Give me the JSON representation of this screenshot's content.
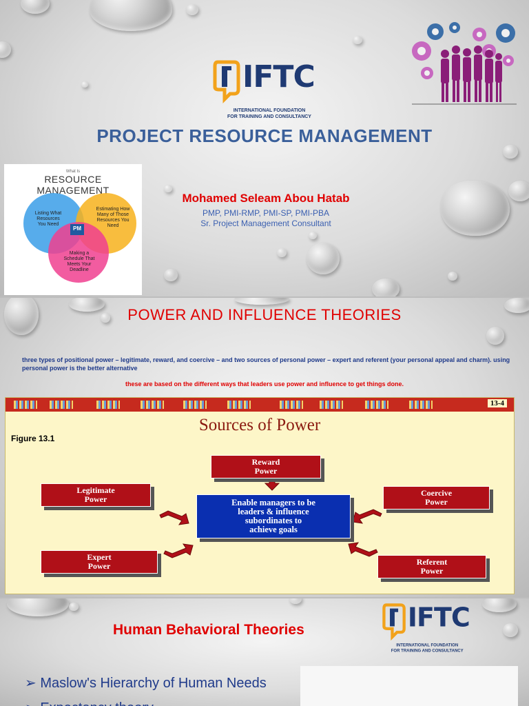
{
  "slide1": {
    "logo_word": "IFTC",
    "logo_sub": [
      "INTERNATIONAL FOUNDATION",
      "FOR TRAINING AND CONSULTANCY"
    ],
    "title": "PROJECT RESOURCE MANAGEMENT",
    "venn": {
      "small_label": "What Is",
      "big_label_1": "RESOURCE",
      "big_label_2": "MANAGEMENT",
      "circle_left": [
        "Listing What",
        "Resources",
        "You Need"
      ],
      "circle_right": [
        "Estimating How",
        "Many of Those",
        "Resources You",
        "Need"
      ],
      "circle_bottom": [
        "Making a",
        "Schedule That",
        "Meets Your",
        "Deadline"
      ],
      "center_badge": "PM"
    },
    "author_name": "Mohamed Seleam Abou Hatab",
    "credentials": "PMP, PMI-RMP, PMI-SP, PMI-PBA",
    "role": "Sr. Project Management Consultant"
  },
  "slide2": {
    "title": "POWER AND INFLUENCE THEORIES",
    "body": "three types of positional power – legitimate, reward, and coercive – and two sources of personal power – expert and referent (your personal appeal and charm). using personal power is the better alternative",
    "note": "these are based on the different ways that leaders use power and influence to get things done.",
    "figure": {
      "number": "13-4",
      "title": "Sources of Power",
      "label": "Figure 13.1",
      "center": [
        "Enable managers to be",
        "leaders & influence",
        "subordinates to",
        "achieve goals"
      ],
      "reward": [
        "Reward",
        "Power"
      ],
      "legitimate": [
        "Legitimate",
        "Power"
      ],
      "coercive": [
        "Coercive",
        "Power"
      ],
      "expert": [
        "Expert",
        "Power"
      ],
      "referent": [
        "Referent",
        "Power"
      ]
    }
  },
  "slide3": {
    "title": "Human Behavioral Theories",
    "logo_word": "IFTC",
    "logo_sub": [
      "INTERNATIONAL FOUNDATION",
      "FOR TRAINING AND CONSULTANCY"
    ],
    "bullets": [
      "Maslow's Hierarchy of Human Needs",
      "Expectancy theory"
    ]
  },
  "colors": {
    "accent_red": "#e00000",
    "brand_blue": "#1f3a73",
    "title_blue": "#3a5f9a",
    "power_box": "#b01018",
    "center_box": "#0a2fb0",
    "figure_bg": "#fdf6c8"
  }
}
